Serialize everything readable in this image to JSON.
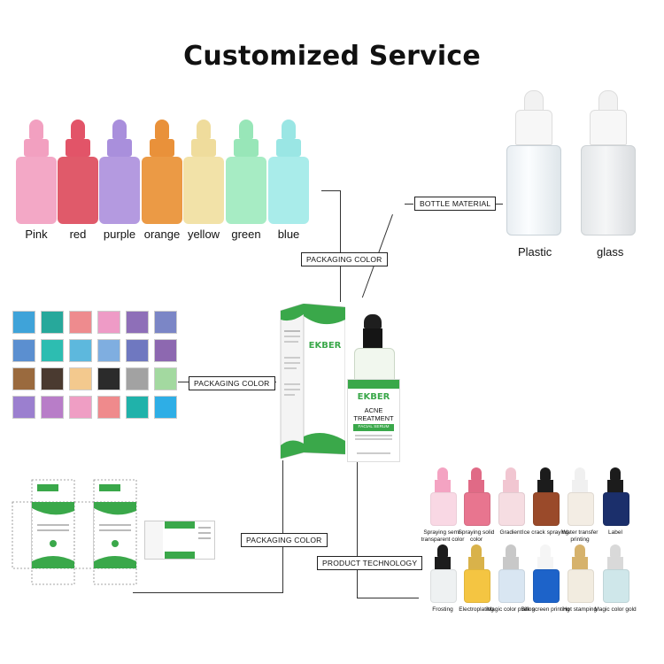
{
  "title": "Customized Service",
  "color_bottles": [
    {
      "label": "Pink",
      "color": "#f3a8c6",
      "cap": "#f2a0c0"
    },
    {
      "label": "red",
      "color": "#e05a6a",
      "cap": "#e25468"
    },
    {
      "label": "purple",
      "color": "#b49ae0",
      "cap": "#a98fdc"
    },
    {
      "label": "orange",
      "color": "#eb9a45",
      "cap": "#e9913a"
    },
    {
      "label": "yellow",
      "color": "#f2e2a8",
      "cap": "#efdc9c"
    },
    {
      "label": "green",
      "color": "#a7ecc4",
      "cap": "#98e6b8"
    },
    {
      "label": "blue",
      "color": "#a9ecea",
      "cap": "#9ae6e4"
    }
  ],
  "tags": {
    "packaging_color_top": "PACKAGING COLOR",
    "bottle_material": "BOTTLE MATERIAL",
    "packaging_color_mid": "PACKAGING COLOR",
    "packaging_color_bottom": "PACKAGING COLOR",
    "product_technology": "PRODUCT TECHNOLOGY"
  },
  "materials": [
    {
      "label": "Plastic"
    },
    {
      "label": "glass"
    }
  ],
  "swatches": [
    [
      "#3fa3d9",
      "#27a89b",
      "#ee8b8e",
      "#ee9bc6",
      "#8e6fb8",
      "#7b86c6"
    ],
    [
      "#5b8fd0",
      "#2dbdb1",
      "#5db8dd",
      "#7faee0",
      "#6f78c0",
      "#8d68b0"
    ],
    [
      "#9a6a3e",
      "#4a3a30",
      "#f3c98e",
      "#2b2b2b",
      "#a2a2a2",
      "#a3d9a0"
    ],
    [
      "#9b7fcf",
      "#b87dc8",
      "#ef9ec4",
      "#ef8a8c",
      "#20b2aa",
      "#2eaee6"
    ]
  ],
  "product": {
    "brand": "EKBER",
    "name_line1": "ACNE",
    "name_line2": "TREATMENT",
    "subtitle": "FACIAL SERUM"
  },
  "tech_items": [
    {
      "label": "Spraying semi-transparent color"
    },
    {
      "label": "Spraying solid color"
    },
    {
      "label": "Gradient"
    },
    {
      "label": "Ice crack spraying"
    },
    {
      "label": "Water transfer printing"
    },
    {
      "label": "Label"
    },
    {
      "label": "Frosting"
    },
    {
      "label": "Electroplating"
    },
    {
      "label": "Magic color plating"
    },
    {
      "label": "Silk screen printing"
    },
    {
      "label": "Hot stamping"
    },
    {
      "label": "Magic color gold"
    }
  ]
}
